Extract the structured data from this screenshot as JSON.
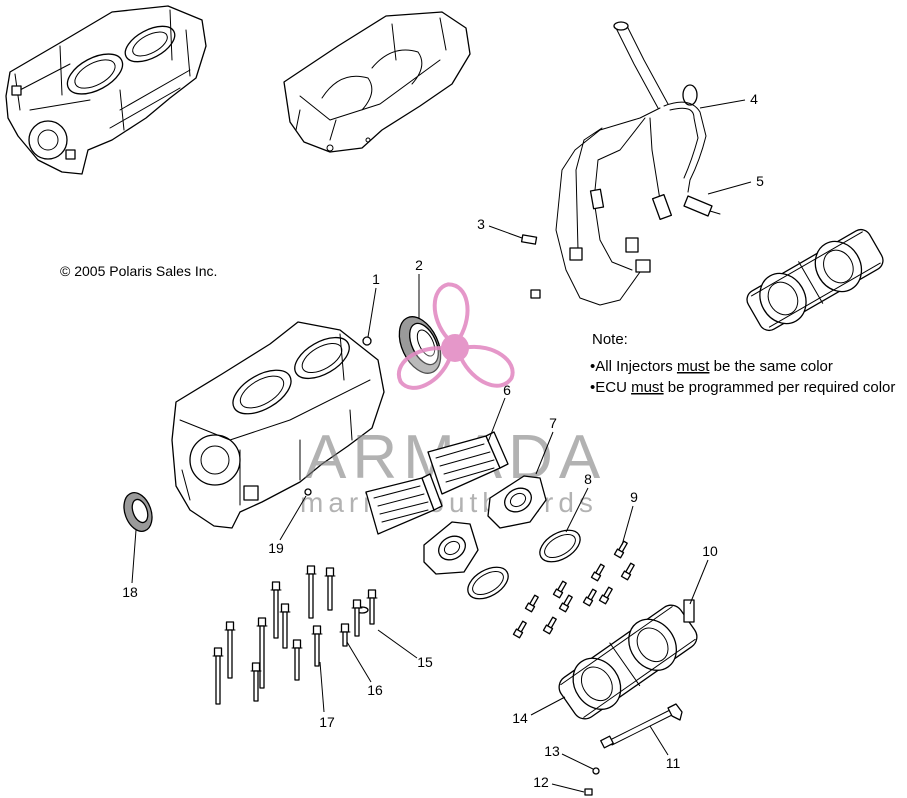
{
  "copyright": "© 2005 Polaris Sales Inc.",
  "callouts": [
    "1",
    "2",
    "3",
    "4",
    "5",
    "6",
    "7",
    "8",
    "9",
    "10",
    "11",
    "12",
    "13",
    "14",
    "15",
    "16",
    "17",
    "18",
    "19"
  ],
  "note": {
    "heading": "Note:",
    "lines": [
      {
        "lead": "•All Injectors ",
        "emphasis": "must",
        "rest": " be the same color"
      },
      {
        "lead": "•ECU ",
        "emphasis": "must",
        "rest": " be programmed per required color"
      }
    ]
  },
  "watermark": {
    "brand": "ARMADA",
    "tagline": "marine outboards"
  },
  "colors": {
    "background": "#ffffff",
    "line_art": "#000000",
    "watermark_logo": "#e38cc4",
    "watermark_text": "#808080"
  },
  "icons": [
    "propeller-logo-icon"
  ]
}
